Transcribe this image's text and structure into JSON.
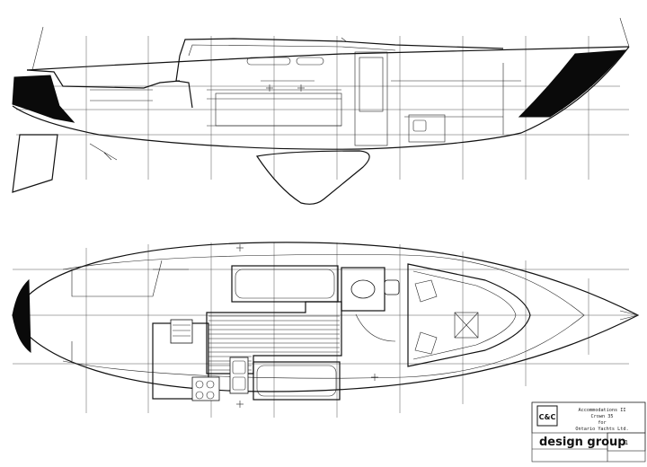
{
  "title_block": {
    "logo": "C&C",
    "title_line1": "Accommodations II",
    "title_line2": "Crown 35",
    "title_line3": "for",
    "title_line4": "Ontario Yachts Ltd.",
    "brand": "design group",
    "sheet_no": "1",
    "footer_left": "",
    "footer_mid": "",
    "footer_right": ""
  }
}
